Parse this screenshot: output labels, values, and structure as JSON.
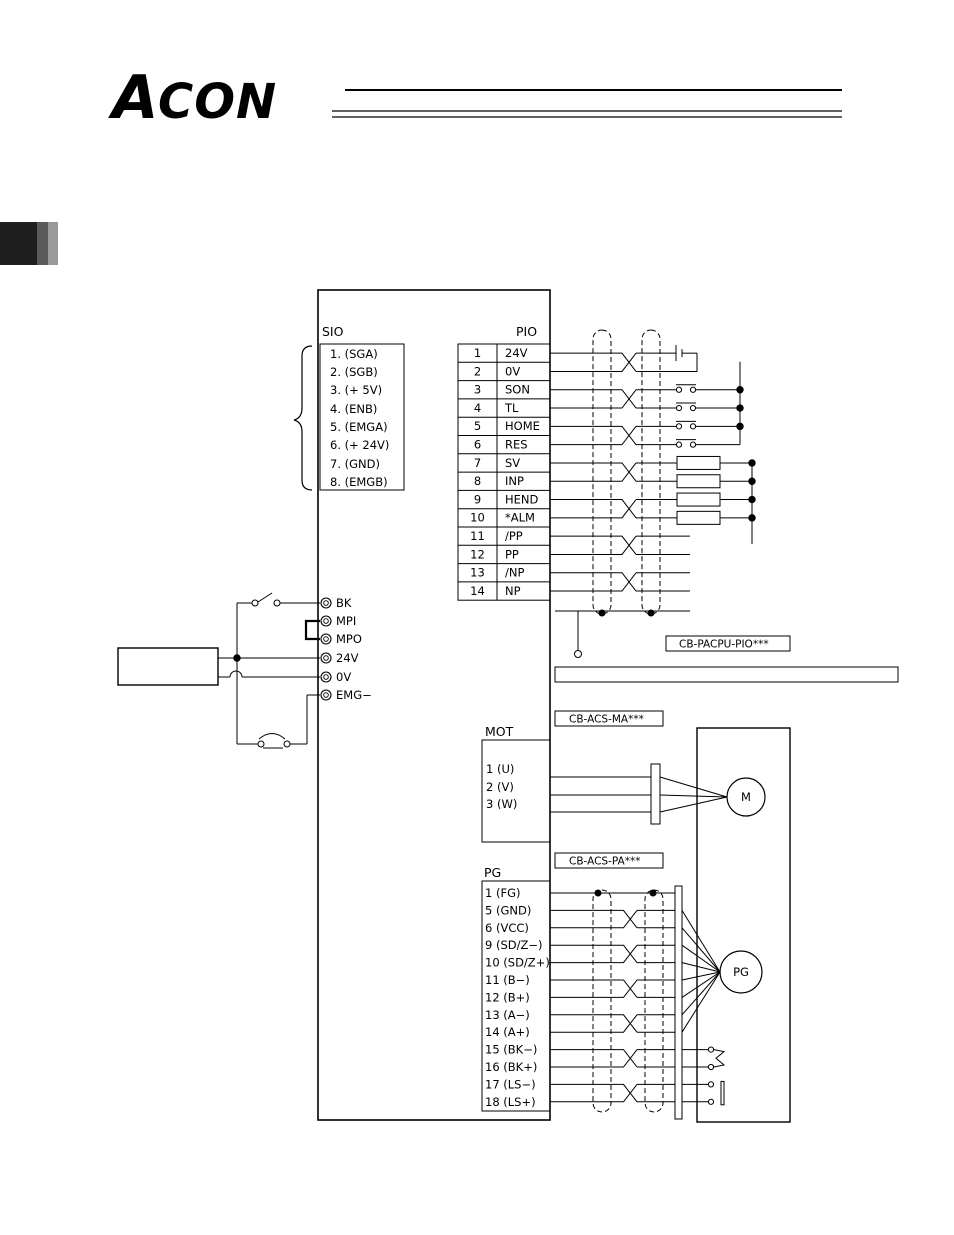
{
  "header": {
    "logo_a": "A",
    "logo_rest": "CON"
  },
  "controller": {
    "sio": {
      "label": "SIO",
      "pins": [
        "1. (SGA)",
        "2. (SGB)",
        "3. (+ 5V)",
        "4. (ENB)",
        "5. (EMGA)",
        "6. (+ 24V)",
        "7. (GND)",
        "8. (EMGB)"
      ]
    },
    "pio": {
      "label": "PIO",
      "pins": [
        {
          "num": "1",
          "name": "24V"
        },
        {
          "num": "2",
          "name": "0V"
        },
        {
          "num": "3",
          "name": "SON"
        },
        {
          "num": "4",
          "name": "TL"
        },
        {
          "num": "5",
          "name": "HOME"
        },
        {
          "num": "6",
          "name": "RES"
        },
        {
          "num": "7",
          "name": "SV"
        },
        {
          "num": "8",
          "name": "INP"
        },
        {
          "num": "9",
          "name": "HEND"
        },
        {
          "num": "10",
          "name": "*ALM"
        },
        {
          "num": "11",
          "name": "/PP"
        },
        {
          "num": "12",
          "name": "PP"
        },
        {
          "num": "13",
          "name": "/NP"
        },
        {
          "num": "14",
          "name": "NP"
        }
      ]
    },
    "terminals": [
      "BK",
      "MPI",
      "MPO",
      "24V",
      "0V",
      "EMG−"
    ],
    "mot": {
      "label": "MOT",
      "pins": [
        "1 (U)",
        "2 (V)",
        "3 (W)"
      ]
    },
    "pg": {
      "label": "PG",
      "pins": [
        "1 (FG)",
        "5 (GND)",
        "6 (VCC)",
        "9 (SD/Z−)",
        "10 (SD/Z+)",
        "11 (B−)",
        "12 (B+)",
        "13 (A−)",
        "14 (A+)",
        "15 (BK−)",
        "16 (BK+)",
        "17 (LS−)",
        "18 (LS+)"
      ]
    }
  },
  "cables": {
    "pio": "CB-PACPU-PIO***",
    "mot": "CB-ACS-MA***",
    "pg": "CB-ACS-PA***"
  },
  "actuator": {
    "motor": "M",
    "encoder": "PG"
  }
}
